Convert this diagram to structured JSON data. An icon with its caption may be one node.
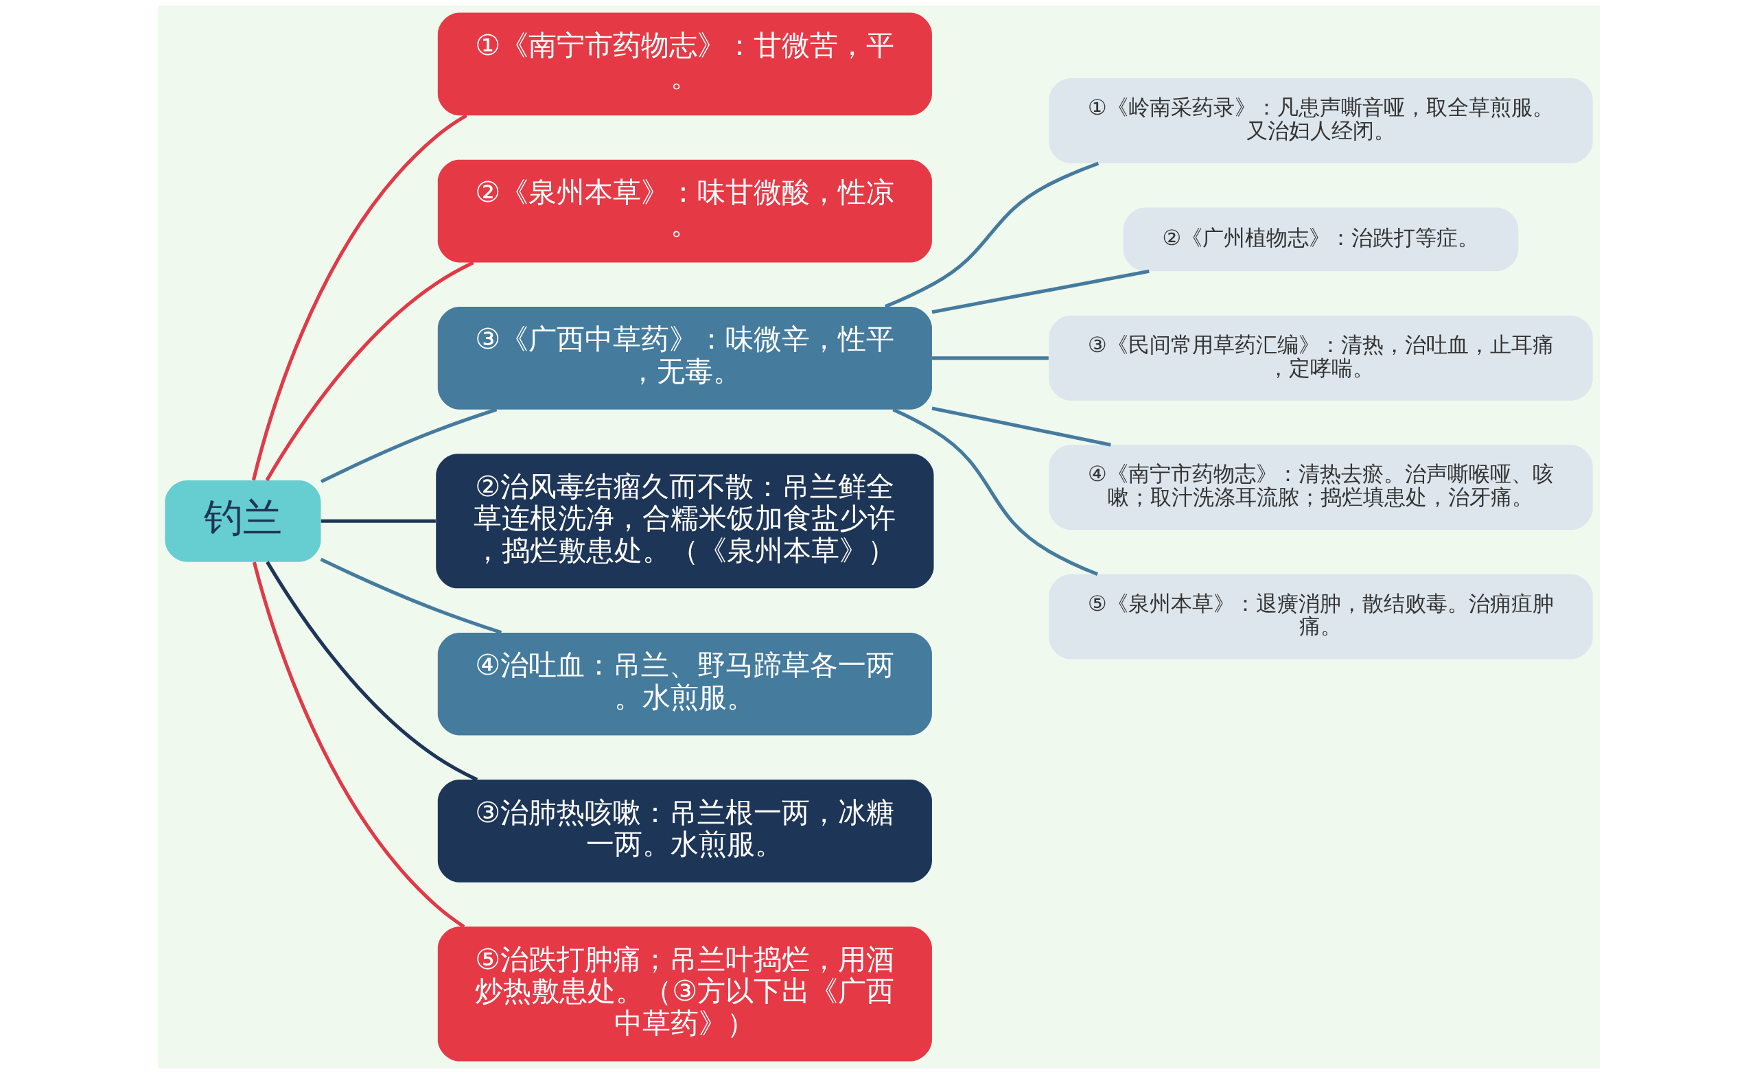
{
  "diagram": {
    "nodes": [
      {
        "text": [
          "钓兰"
        ]
      },
      {
        "text": [
          "①《南宁市药物志》：甘微苦，平。"
        ]
      },
      {
        "text": [
          "②《泉州本草》：味甘微酸，性凉。"
        ]
      },
      {
        "text": [
          "③《广西中草药》：味微辛，性平，无毒。"
        ]
      },
      {
        "text": [
          "①《岭南采药录》：凡患声嘶音哑，取全草煎服。又治妇人经闭。"
        ]
      },
      {
        "text": [
          "②《广州植物志》：治跌打等症。"
        ]
      },
      {
        "text": [
          "③《民间常用草药汇编》：清热，治吐血，止耳痛，定哮喘。"
        ]
      },
      {
        "text": [
          "④《南宁市药物志》：清热去瘀。治声嘶喉哑、咳嗽；取汁洗涤耳流脓；捣烂填患处，治牙痛。"
        ]
      },
      {
        "text": [
          "⑤《泉州本草》：退癀消肿，散结败毒。治痈疽肿痛。"
        ]
      },
      {
        "text": [
          "②治风毒结瘤久而不散：吊兰鲜全草连根洗净，合糯米饭加食盐少许，捣烂敷患处。（《泉州本草》）"
        ]
      },
      {
        "text": [
          "④治吐血：吊兰、野马蹄草各一两。水煎服。"
        ]
      },
      {
        "text": [
          "③治肺热咳嗽：吊兰根一两，冰糖一两。水煎服。"
        ]
      },
      {
        "text": [
          "⑤治跌打肿痛；吊兰叶捣烂，用酒炒热敷患处。（③方以下出《广西中草药》）"
        ]
      }
    ],
    "edges": [
      {
        "from": 0,
        "to": 1,
        "arrow": "none",
        "color": "#e03a48"
      },
      {
        "from": 0,
        "to": 2,
        "arrow": "none",
        "color": "#e03a48"
      },
      {
        "from": 0,
        "to": 3,
        "arrow": "none"
      },
      {
        "from": 3,
        "to": 4,
        "arrow": "none"
      },
      {
        "from": 3,
        "to": 5,
        "arrow": "none"
      },
      {
        "from": 3,
        "to": 6,
        "arrow": "none"
      },
      {
        "from": 3,
        "to": 7,
        "arrow": "none"
      },
      {
        "from": 3,
        "to": 8,
        "arrow": "none"
      },
      {
        "from": 0,
        "to": 9,
        "arrow": "none",
        "color": "#1d3557"
      },
      {
        "from": 0,
        "to": 10,
        "arrow": "none"
      },
      {
        "from": 0,
        "to": 11,
        "arrow": "none",
        "color": "#1d3557"
      },
      {
        "from": 0,
        "to": 12,
        "arrow": "none",
        "color": "#e03a48"
      }
    ]
  }
}
